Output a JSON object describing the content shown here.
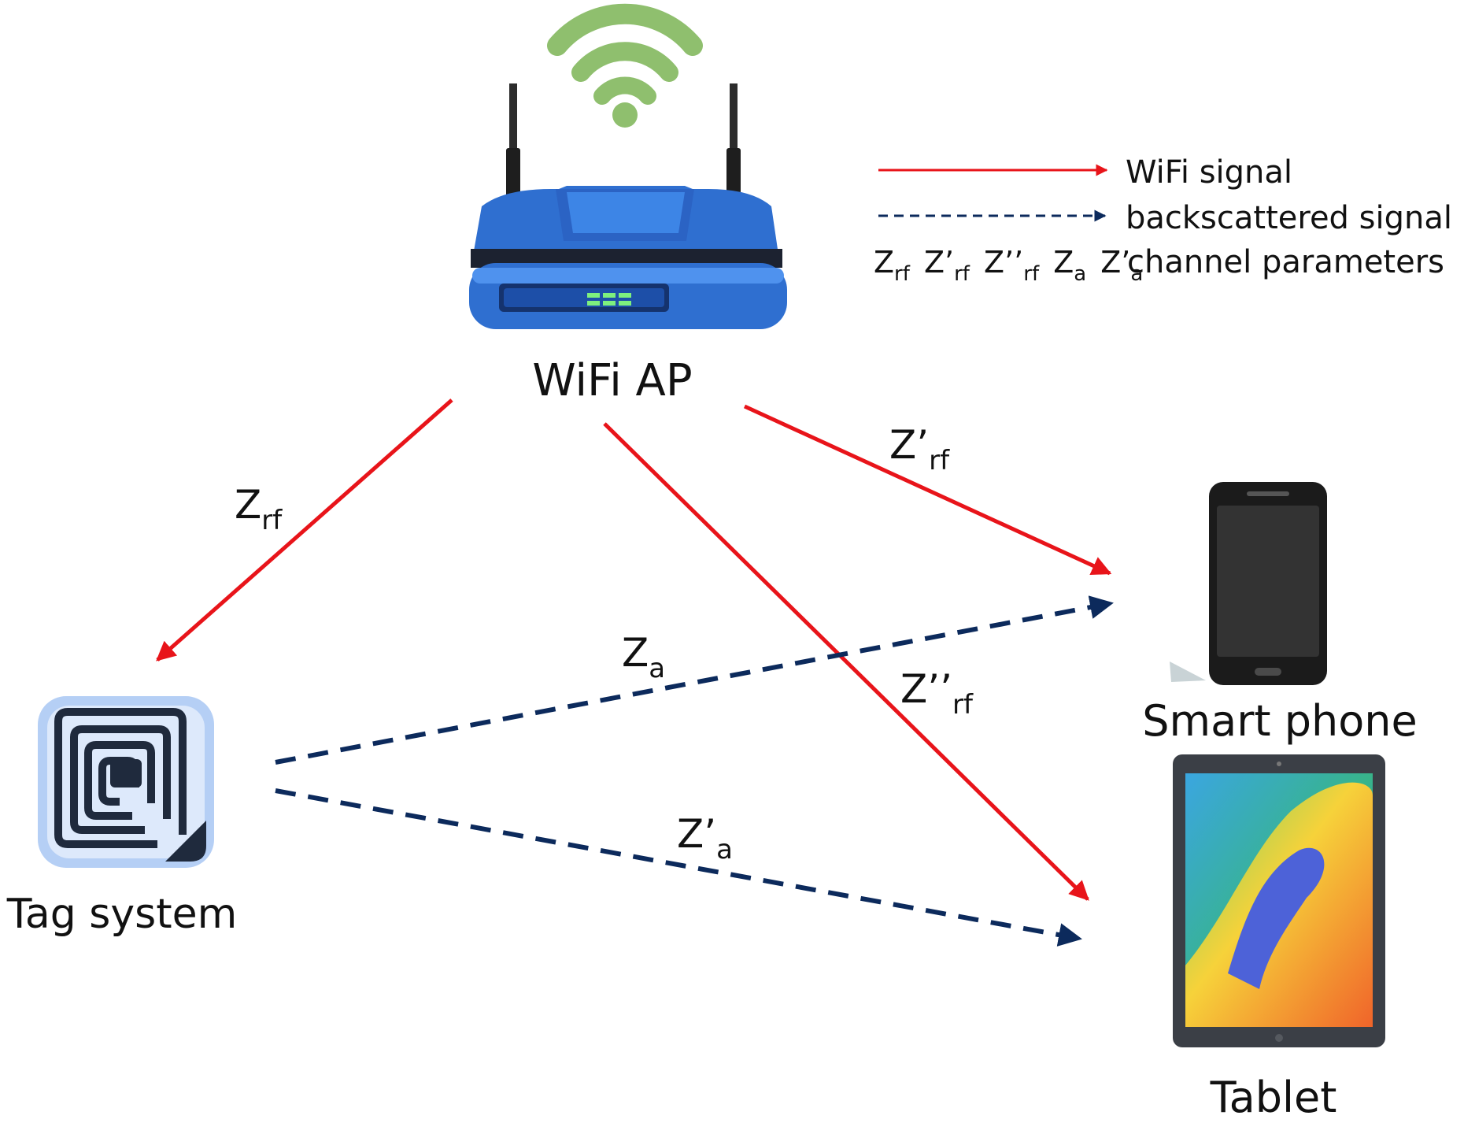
{
  "devices": {
    "ap": {
      "label": "WiFi AP",
      "icon": "wifi-router-icon"
    },
    "tag": {
      "label": "Tag system",
      "icon": "rfid-tag-icon"
    },
    "phone": {
      "label": "Smart phone",
      "icon": "smartphone-icon"
    },
    "tablet": {
      "label": "Tablet",
      "icon": "tablet-icon"
    }
  },
  "legend": {
    "wifi_signal": "WiFi signal",
    "backscattered_signal": "backscattered signal",
    "channel_parameters": "channel parameters",
    "params": [
      {
        "main": "Z",
        "sub": "rf"
      },
      {
        "main": "Z’",
        "sub": "rf"
      },
      {
        "main": "Z’’",
        "sub": "rf"
      },
      {
        "main": "Z",
        "sub": "a"
      },
      {
        "main": "Z’",
        "sub": "a"
      }
    ]
  },
  "links": {
    "ap_to_tag": {
      "main": "Z",
      "sub": "rf"
    },
    "ap_to_phone": {
      "main": "Z’",
      "sub": "rf"
    },
    "ap_to_tablet": {
      "main": "Z’’",
      "sub": "rf"
    },
    "tag_to_phone": {
      "main": "Z",
      "sub": "a"
    },
    "tag_to_tablet": {
      "main": "Z’",
      "sub": "a"
    }
  },
  "colors": {
    "wifi_signal": "#e8141a",
    "backscattered_signal": "#0c2a5c",
    "router_blue": "#2f6fd0",
    "wifi_waves": "#8fbf6e",
    "tag_bg": "#b5cff5",
    "tag_inner": "#e8f0fc",
    "tag_lines": "#1f2a3d"
  }
}
